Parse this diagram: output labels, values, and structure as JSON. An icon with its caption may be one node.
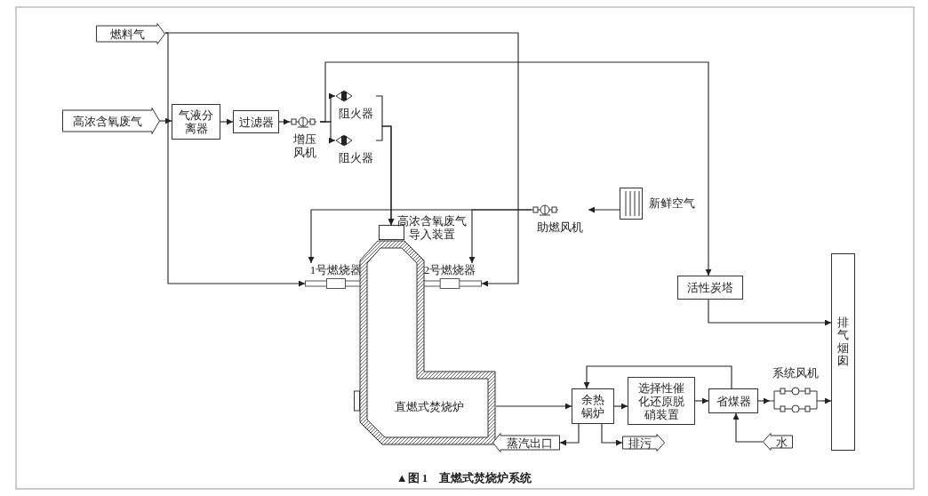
{
  "diagram": {
    "caption": "▲图 1　直燃式焚烧炉系统",
    "nodes": [
      {
        "text": [
          "燃料气"
        ]
      },
      {
        "text": [
          "高浓含氧废气"
        ]
      },
      {
        "text": [
          "气液分离器"
        ]
      },
      {
        "text": [
          "过滤器"
        ]
      },
      {
        "text": [
          "增压风机"
        ]
      },
      {
        "text": [
          "阻火器"
        ]
      },
      {
        "text": [
          "阻火器"
        ]
      },
      {
        "text": [],
        "shape": "box",
        "beside": [
          "高浓含氧废气导入装置"
        ]
      },
      {
        "text": [
          "1号燃烧器"
        ]
      },
      {
        "text": [
          "2号燃烧器"
        ]
      },
      {
        "text": [
          "直燃式焚烧炉"
        ]
      },
      {
        "text": [
          "新鲜空气"
        ]
      },
      {
        "text": [
          "助燃风机"
        ]
      },
      {
        "text": [
          "活性炭塔"
        ]
      },
      {
        "text": [
          "排气烟囱"
        ]
      },
      {
        "text": [
          "余热锅炉"
        ]
      },
      {
        "text": [
          "选择性催化还原脱硝装置"
        ]
      },
      {
        "text": [
          "省煤器"
        ]
      },
      {
        "text": [
          "系统风机"
        ]
      },
      {
        "text": [
          "蒸汽出口"
        ]
      },
      {
        "text": [
          "排污"
        ]
      },
      {
        "text": [
          "水"
        ]
      }
    ],
    "edges": [
      {
        "from": 0,
        "to": 8,
        "arrow": "to"
      },
      {
        "from": 0,
        "to": 9,
        "arrow": "to"
      },
      {
        "from": 1,
        "to": 2,
        "arrow": "to"
      },
      {
        "from": 2,
        "to": 3,
        "arrow": "to"
      },
      {
        "from": 3,
        "to": 4,
        "arrow": "to"
      },
      {
        "from": 4,
        "to": 5,
        "arrow": "to"
      },
      {
        "from": 4,
        "to": 6,
        "arrow": "to"
      },
      {
        "from": 5,
        "to": 7,
        "arrow": "to"
      },
      {
        "from": 6,
        "to": 7,
        "arrow": "to"
      },
      {
        "from": 4,
        "to": 13,
        "arrow": "to"
      },
      {
        "from": 11,
        "to": 12,
        "arrow": "to"
      },
      {
        "from": 12,
        "to": 8,
        "arrow": "to"
      },
      {
        "from": 12,
        "to": 9,
        "arrow": "to"
      },
      {
        "from": 10,
        "to": 15,
        "arrow": "to"
      },
      {
        "from": 15,
        "to": 16,
        "arrow": "to"
      },
      {
        "from": 16,
        "to": 17,
        "arrow": "to"
      },
      {
        "from": 17,
        "to": 15,
        "arrow": "to"
      },
      {
        "from": 17,
        "to": 18,
        "arrow": "to"
      },
      {
        "from": 18,
        "to": 14,
        "arrow": "to"
      },
      {
        "from": 13,
        "to": 14,
        "arrow": "to"
      },
      {
        "from": 15,
        "to": 19,
        "arrow": "to"
      },
      {
        "from": 15,
        "to": 20,
        "arrow": "to"
      },
      {
        "from": 21,
        "to": 17,
        "arrow": "to"
      }
    ]
  }
}
